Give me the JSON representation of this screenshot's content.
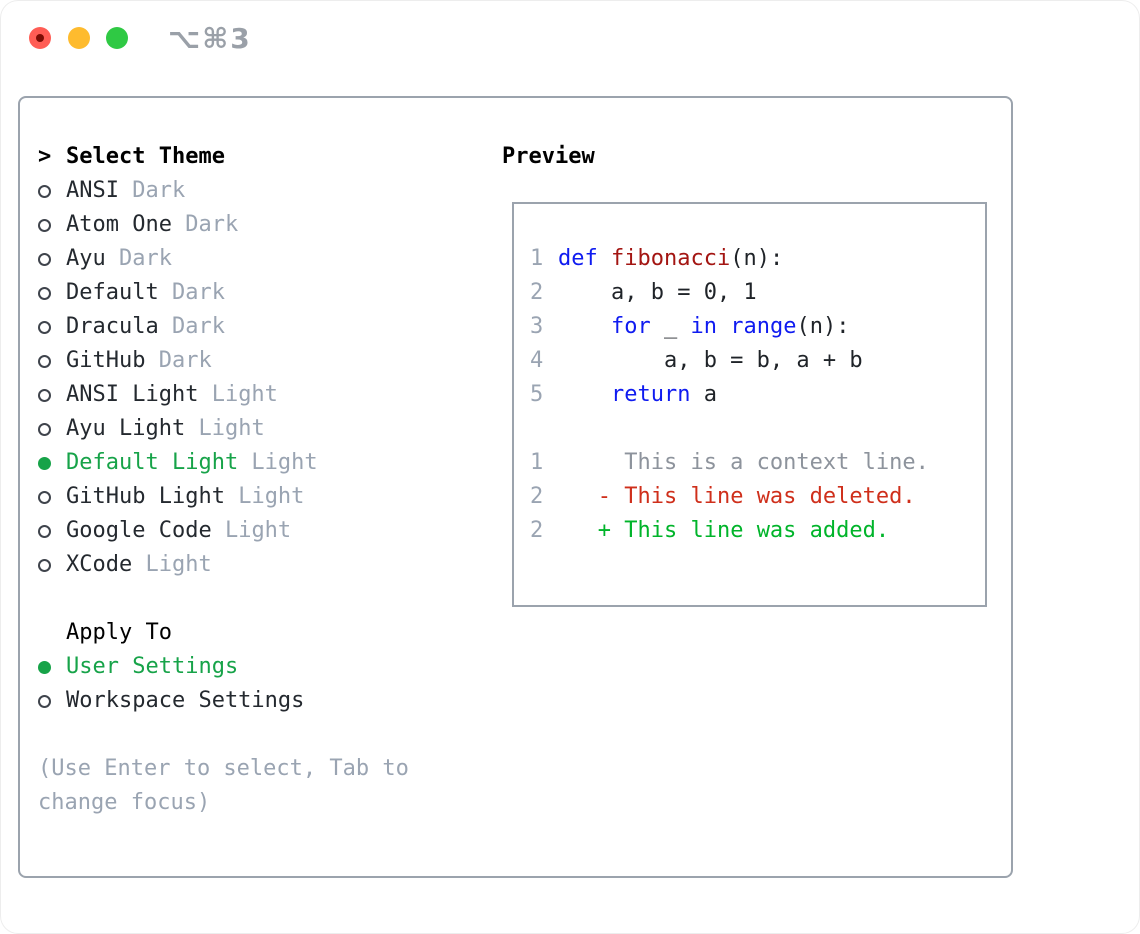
{
  "window": {
    "title": "⌥⌘3"
  },
  "picker": {
    "cursor": ">",
    "title": "Select Theme",
    "items": [
      {
        "name": "ANSI",
        "variant": "Dark",
        "selected": false
      },
      {
        "name": "Atom One",
        "variant": "Dark",
        "selected": false
      },
      {
        "name": "Ayu",
        "variant": "Dark",
        "selected": false
      },
      {
        "name": "Default",
        "variant": "Dark",
        "selected": false
      },
      {
        "name": "Dracula",
        "variant": "Dark",
        "selected": false
      },
      {
        "name": "GitHub",
        "variant": "Dark",
        "selected": false
      },
      {
        "name": "ANSI Light",
        "variant": "Light",
        "selected": false
      },
      {
        "name": "Ayu Light",
        "variant": "Light",
        "selected": false
      },
      {
        "name": "Default Light",
        "variant": "Light",
        "selected": true
      },
      {
        "name": "GitHub Light",
        "variant": "Light",
        "selected": false
      },
      {
        "name": "Google Code",
        "variant": "Light",
        "selected": false
      },
      {
        "name": "XCode",
        "variant": "Light",
        "selected": false
      }
    ],
    "apply_to": {
      "title": "Apply To",
      "options": [
        {
          "label": "User Settings",
          "selected": true
        },
        {
          "label": "Workspace Settings",
          "selected": false
        }
      ]
    },
    "hint_lines": [
      "(Use Enter to select, Tab to",
      "change focus)"
    ]
  },
  "preview": {
    "title": "Preview",
    "lines": [
      {
        "num": "1",
        "segments": [
          [
            "def",
            "kw"
          ],
          [
            " ",
            "plain"
          ],
          [
            "fibonacci",
            "fn"
          ],
          [
            "(n):",
            "plain"
          ]
        ]
      },
      {
        "num": "2",
        "segments": [
          [
            "    a, b = 0, 1",
            "plain"
          ]
        ]
      },
      {
        "num": "3",
        "segments": [
          [
            "    ",
            "plain"
          ],
          [
            "for",
            "kw"
          ],
          [
            " _ ",
            "plain"
          ],
          [
            "in",
            "kw"
          ],
          [
            " ",
            "plain"
          ],
          [
            "range",
            "kw"
          ],
          [
            "(n):",
            "plain"
          ]
        ]
      },
      {
        "num": "4",
        "segments": [
          [
            "        a, b = b, a + b",
            "plain"
          ]
        ]
      },
      {
        "num": "5",
        "segments": [
          [
            "    ",
            "plain"
          ],
          [
            "return",
            "kw"
          ],
          [
            " a",
            "plain"
          ]
        ]
      },
      {
        "num": "",
        "segments": []
      },
      {
        "num": "1",
        "segments": [
          [
            "     This is a context line.",
            "ctx"
          ]
        ]
      },
      {
        "num": "2",
        "segments": [
          [
            "   ",
            "plain"
          ],
          [
            "- This line was deleted.",
            "del"
          ]
        ]
      },
      {
        "num": "2",
        "segments": [
          [
            "   ",
            "plain"
          ],
          [
            "+ This line was added.",
            "add"
          ]
        ]
      }
    ]
  },
  "colors": {
    "kw": "#0f1bf0",
    "fn": "#a31512",
    "plain": "#1f2328",
    "muted": "#9aa4b2",
    "ctx": "#8d939c",
    "del": "#cf2f1b",
    "add": "#00b42a",
    "selected_green": "#17a349",
    "panel_border": "#9ba3ad",
    "title_gray": "#9aa0a8",
    "item_text": "#24292f",
    "traffic_red": "#ff5d55",
    "traffic_red_dot": "#7c0d05",
    "traffic_yellow": "#febb2e",
    "traffic_green": "#2fc944"
  }
}
